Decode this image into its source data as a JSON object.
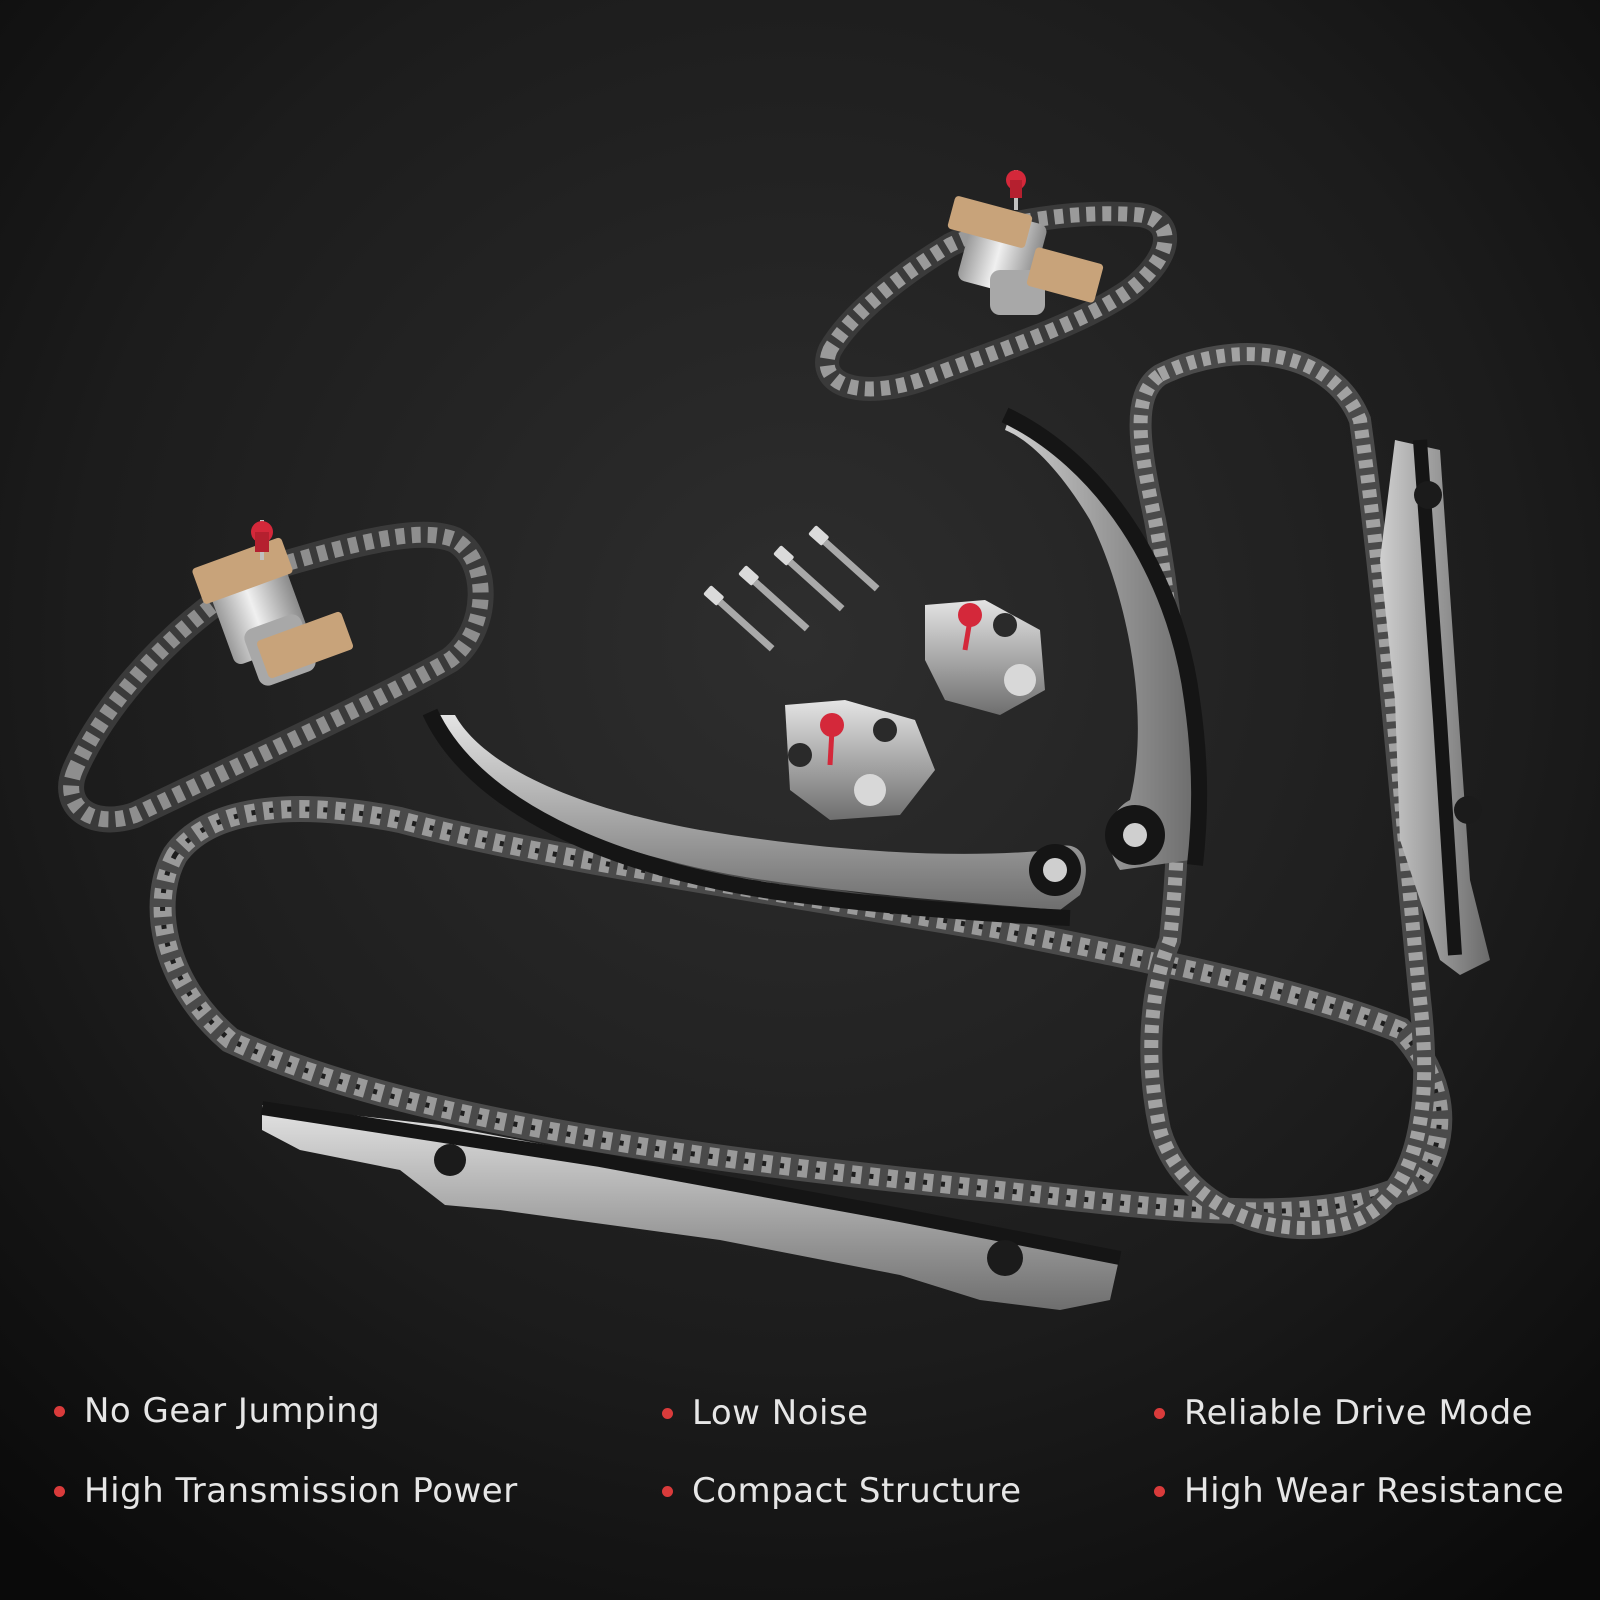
{
  "product": {
    "name": "timing-chain-kit",
    "colors": {
      "background_center": "#2e2e2e",
      "background_edge": "#0d0d0d",
      "chain": "#8a8a8a",
      "metal": "#b8b8b8",
      "guide_pad": "#1a1a1a",
      "tensioner_pad": "#c8a37a",
      "red_pin": "#d4283a",
      "bullet": "#d93b3b",
      "text": "#e6e6e6"
    }
  },
  "features": [
    {
      "label": "No Gear Jumping"
    },
    {
      "label": "Low Noise"
    },
    {
      "label": "Reliable Drive Mode"
    },
    {
      "label": "High Transmission Power"
    },
    {
      "label": "Compact Structure"
    },
    {
      "label": "High Wear Resistance"
    }
  ]
}
